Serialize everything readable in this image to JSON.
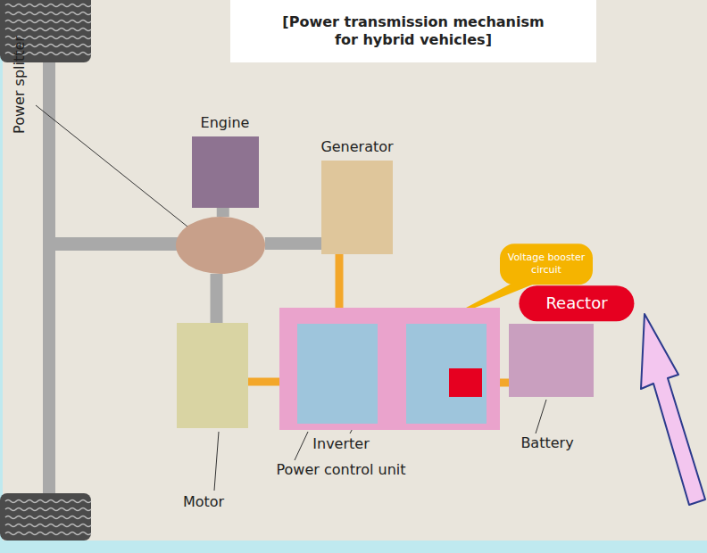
{
  "diagram": {
    "title": "[Power transmission mechanism for hybrid vehicles]",
    "nodes": [
      {
        "text": [
          "Engine"
        ]
      },
      {
        "text": [
          "Power splitter"
        ]
      },
      {
        "text": [
          "Generator"
        ]
      },
      {
        "text": [
          "Motor"
        ]
      },
      {
        "text": [
          "Power control unit"
        ]
      },
      {
        "text": [
          "Inverter"
        ],
        "in": 4
      },
      {
        "text": [
          "Voltage booster circuit"
        ],
        "in": 4
      },
      {
        "text": [
          "Reactor"
        ],
        "in": 6
      },
      {
        "text": [
          "Battery"
        ]
      }
    ],
    "edges": [
      {
        "from": 0,
        "to": 1,
        "arrow": "none"
      },
      {
        "from": 1,
        "to": 2,
        "arrow": "none"
      },
      {
        "from": 1,
        "to": 3,
        "arrow": "none"
      },
      {
        "from": 2,
        "to": 5,
        "arrow": "none"
      },
      {
        "from": 3,
        "to": 5,
        "arrow": "none"
      },
      {
        "from": 5,
        "to": 6,
        "arrow": "none"
      },
      {
        "from": 7,
        "to": 8,
        "arrow": "none"
      }
    ]
  }
}
